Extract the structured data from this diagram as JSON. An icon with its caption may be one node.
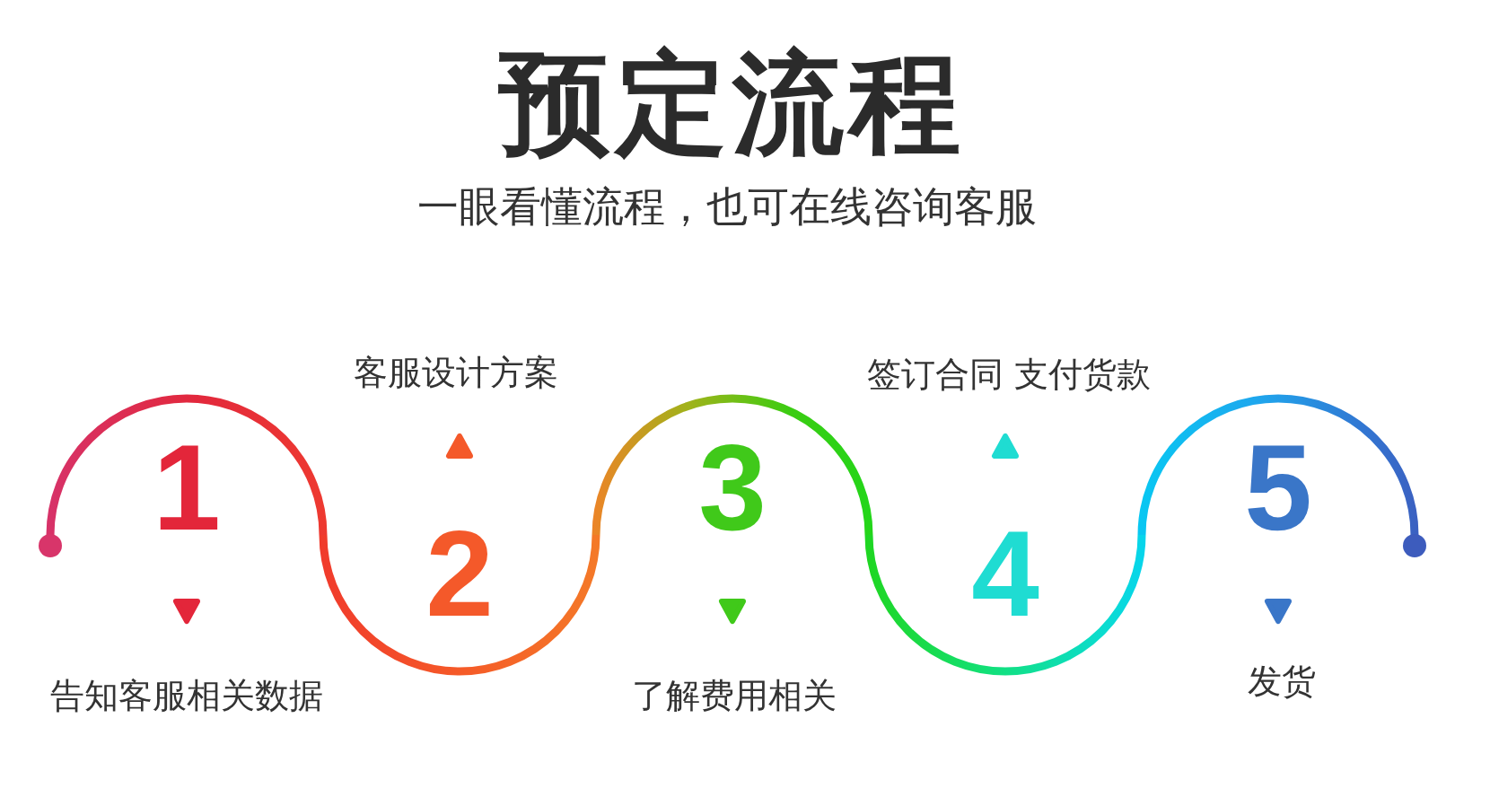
{
  "diagram": {
    "title": "预定流程",
    "nodes": [
      {
        "text": [
          "1"
        ]
      },
      {
        "text": [
          "2"
        ]
      },
      {
        "text": [
          "3"
        ]
      },
      {
        "text": [
          "4"
        ]
      },
      {
        "text": [
          "5"
        ]
      }
    ],
    "labels": [
      "一眼看懂流程，也可在线咨询客服",
      "告知客服相关数据",
      "客服设计方案",
      "了解费用相关",
      "签订合同 支付货款",
      "发货"
    ]
  }
}
